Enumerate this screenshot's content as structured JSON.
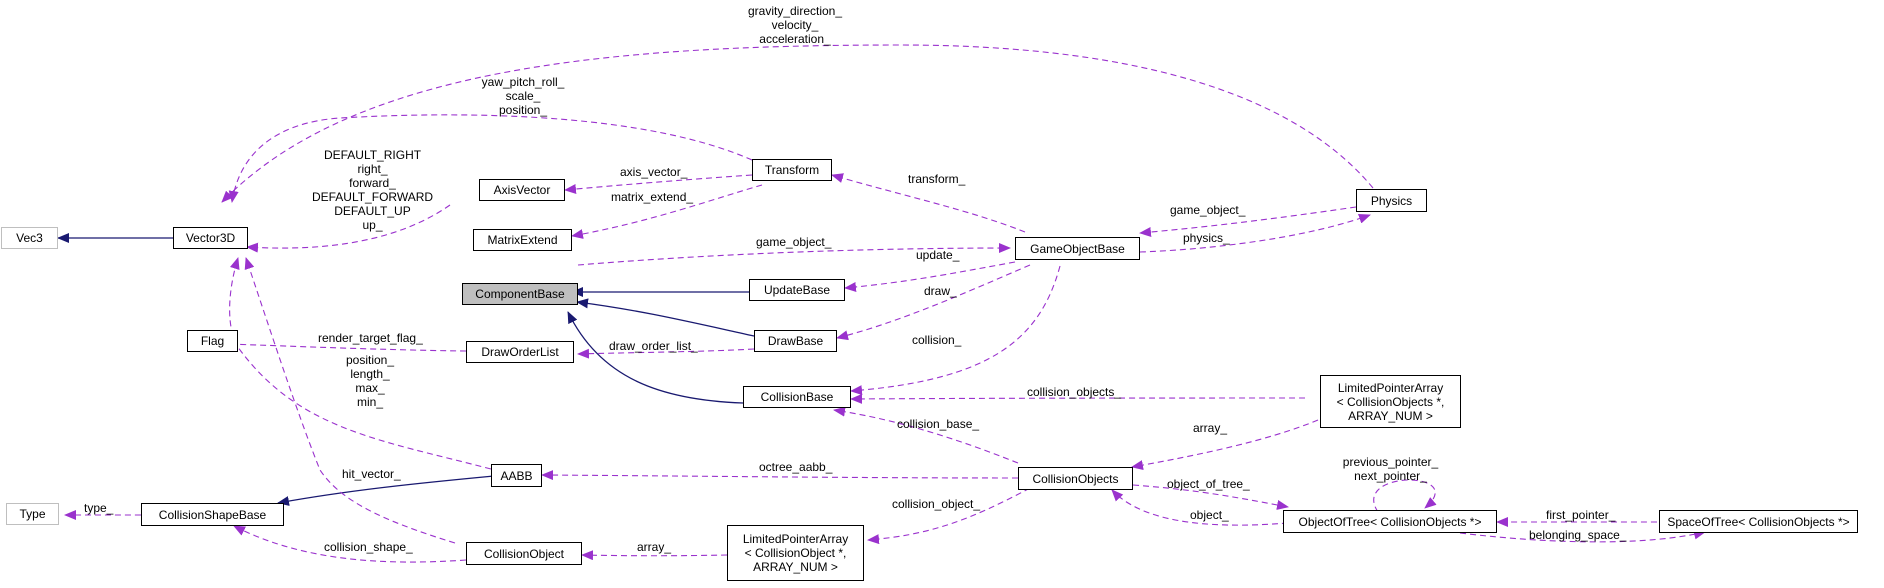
{
  "nodes": {
    "vec3": "Vec3",
    "vector3d": "Vector3D",
    "axis_vector": "AxisVector",
    "matrix_extend": "MatrixExtend",
    "transform": "Transform",
    "component_base": "ComponentBase",
    "update_base": "UpdateBase",
    "draw_base": "DrawBase",
    "game_object_base": "GameObjectBase",
    "physics": "Physics",
    "flag": "Flag",
    "draw_order_list": "DrawOrderList",
    "collision_base": "CollisionBase",
    "lpa_collision_objects": [
      "LimitedPointerArray",
      "< CollisionObjects *,",
      "ARRAY_NUM >"
    ],
    "type": "Type",
    "collision_shape_base": "CollisionShapeBase",
    "aabb": "AABB",
    "collision_objects": "CollisionObjects",
    "object_of_tree": "ObjectOfTree< CollisionObjects *>",
    "space_of_tree": "SpaceOfTree< CollisionObjects *>",
    "collision_object": "CollisionObject",
    "lpa_collision_object": [
      "LimitedPointerArray",
      "< CollisionObject *,",
      "ARRAY_NUM >"
    ]
  },
  "labels": {
    "physics_to_vector": [
      "gravity_direction_",
      "velocity_",
      "acceleration_"
    ],
    "transform_to_vector": [
      "yaw_pitch_roll_",
      "scale_",
      "position_"
    ],
    "axis_to_vector": [
      "DEFAULT_RIGHT",
      "right_",
      "forward_",
      "DEFAULT_FORWARD",
      "DEFAULT_UP",
      "up_"
    ],
    "axis_vector": "axis_vector_",
    "matrix_extend": "matrix_extend_",
    "transform": "transform_",
    "game_object": "game_object_",
    "game_object_physics": "game_object_",
    "physics": "physics_",
    "update": "update_",
    "draw": "draw_",
    "render_target_flag": "render_target_flag_",
    "draw_order_list": "draw_order_list_",
    "collision": "collision_",
    "aabb_to_vector": [
      "position_",
      "length_",
      "max_",
      "min_"
    ],
    "collision_objects": "collision_objects_",
    "array_objects": "array_",
    "collision_base": "collision_base_",
    "octree_aabb": "octree_aabb_",
    "object_of_tree": "object_of_tree_",
    "object": "object_",
    "self_pointers": [
      "previous_pointer_",
      "next_pointer_"
    ],
    "first_pointer": "first_pointer_",
    "belonging_space": "belonging_space_",
    "hit_vector": "hit_vector_",
    "type": "type_",
    "collision_object": "collision_object_",
    "array_object": "array_",
    "collision_shape": "collision_shape_"
  },
  "colors": {
    "dependency": "#9a32cd",
    "inheritance": "#191970",
    "focus_fill": "#bfbfbf",
    "external_border": "#bfbfbf"
  }
}
